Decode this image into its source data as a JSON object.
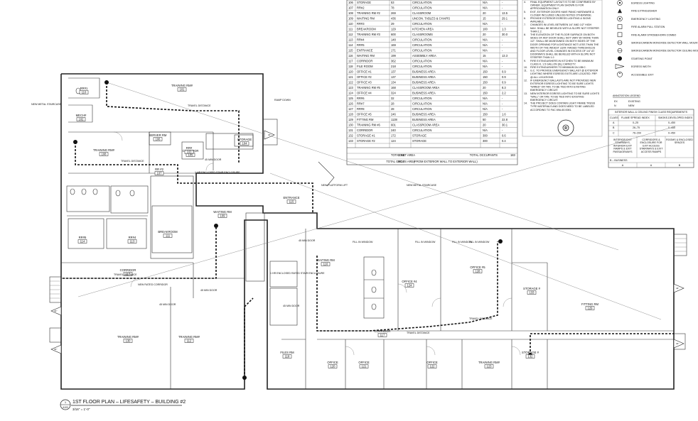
{
  "title": {
    "main": "1ST FLOOR PLAN – LIFESAFETY – BUILDING #2",
    "scale": "3/16\" = 1'-0\"",
    "detail_number": "1",
    "sheet_ref": "A100"
  },
  "room_schedule": {
    "rows": [
      [
        "106",
        "STORAGE",
        "53",
        "CIRCULATION",
        "N/A",
        "-"
      ],
      [
        "107",
        "RR#2",
        "78",
        "CIRCULATION",
        "N/A",
        "-"
      ],
      [
        "108",
        "TRAINING RM #2",
        "269",
        "CLASSROOM",
        "20",
        "13.5"
      ],
      [
        "109",
        "WAITING RM",
        "436",
        "UNCON. TABLES & CHAIRS",
        "15",
        "29.1"
      ],
      [
        "110",
        "RR#3",
        "29",
        "CIRCULATION",
        "N/A",
        "-"
      ],
      [
        "111",
        "BREAKROOM",
        "129",
        "KITCHEN AREA",
        "100",
        "1.3"
      ],
      [
        "112",
        "TRAINING RM #3",
        "600",
        "CLASSROOMS",
        "20",
        "30.0"
      ],
      [
        "113",
        "RR#4",
        "148",
        "CIRCULATION",
        "N/A",
        "-"
      ],
      [
        "114",
        "RR#5",
        "169",
        "CIRCULATION",
        "N/A",
        "-"
      ],
      [
        "115",
        "ENTRANCE",
        "171",
        "CIRCULATION",
        "N/A",
        "-"
      ],
      [
        "116",
        "WAITING RM",
        "199",
        "ASSEMBLY AREA",
        "15",
        "13.3"
      ],
      [
        "117",
        "CORRIDOR",
        "362",
        "CIRCULATION",
        "N/A",
        "-"
      ],
      [
        "118",
        "FILE ROOM",
        "218",
        "CIRCULATION",
        "N/A",
        "-"
      ],
      [
        "120",
        "OFFICE #1",
        "137",
        "BUSINESS AREA",
        "150",
        "0.9"
      ],
      [
        "121",
        "OFFICE #2",
        "137",
        "BUSINESS AREA",
        "150",
        "0.9"
      ],
      [
        "122",
        "OFFICE #3",
        "134",
        "BUSINESS AREA",
        "150",
        "0.9"
      ],
      [
        "123",
        "TRAINING RM #5",
        "168",
        "CLASSROOM AREA",
        "20",
        "8.3"
      ],
      [
        "124",
        "OFFICE #4",
        "324",
        "BUSINESS AREA",
        "150",
        "2.2"
      ],
      [
        "125",
        "RR#6",
        "32",
        "CIRCULATION",
        "N/A",
        "-"
      ],
      [
        "126",
        "RR#7",
        "28",
        "CIRCULATION",
        "N/A",
        "-"
      ],
      [
        "127",
        "RR#8",
        "28",
        "CIRCULATION",
        "N/A",
        "-"
      ],
      [
        "128",
        "OFFICE #5",
        "246",
        "BUSINESS AREA",
        "150",
        "1.6"
      ],
      [
        "129",
        "FITTING RM",
        "1138",
        "BUSINESS AREA",
        "50",
        "22.8"
      ],
      [
        "130",
        "TRAINING RM #6",
        "601",
        "CLASSROOM AREA",
        "20",
        "30.1"
      ],
      [
        "131",
        "CORRIDOR",
        "240",
        "CIRCULATION",
        "N/A",
        "-"
      ],
      [
        "132",
        "STORAGE #1",
        "172",
        "STORAGE",
        "300",
        "0.6"
      ],
      [
        "133",
        "STORAGE #2",
        "124",
        "STORAGE",
        "300",
        "0.4"
      ]
    ],
    "total_net_label": "TOTAL NET AREA",
    "total_net": "7004",
    "total_occupants_label": "TOTAL OCCUPANTS",
    "total_occupants": "183",
    "total_gross_label": "TOTAL GROSS AREA",
    "total_gross": "8417",
    "gross_note": "(FROM EXTERIOR WALL TO EXTERIOR WALL)"
  },
  "notes": [
    "FINAL EQUIPMENT LAYOUT IS TO BE CONFIRMED BY OWNER. EQUIPMENT PLAN SHOWN IS FOR APPROXIMATION ONLY.",
    "EXIT, EXTERIOR DOORS HAVE PANIC HARDWARE & CLOSER INCLUDED UNLESS NOTED OTHERWISE.",
    "PROVIDE EXTERIOR EGRESS LIGHTING & SIGNS AVAILABLE.",
    "CHANGES IN LEVEL BETWEEN 1/4\" AND 1/2\" HIGH MAX. SHALL BE BEVELED WITH A SLOPE NOT STEEPER THAN 1:2.",
    "THE ELEVATION OF THE FLOOR SURFACE ON BOTH SIDES OF ANY DOOR SHALL NOT VARY BY MORE THAN 1/2\". SHALL BE MAINTAINED ON BOTH SIDES OF THE DOOR OPENING FOR A DISTANCE NOT LESS THAN THE WIDTH OF THE WIDEST LEAF. RAISED THRESHOLDS AND FLOOR LEVEL CHANGES IN EXCESS OF 1/4\" AT DOORWAYS SHALL BE BEVELED WITH A SLOPE NOT STEEPER THAN 1:2.",
    "FIRE EXTINGUISHERS IN KITCHEN TO BE MINIMUM CLASS K, 1.5 GALLON (6L) CAPACITY.",
    "FIRE EXTINGUISHERS TO MINIMUM 2A 10B:C.",
    "G.C. TO PROVIDE EMERGENCY BALLAST @ EXTERIOR LIGHTING WHERE EGRESS EXITS ARE LOCATED. FRP. @ ALL LOCATIONS.",
    "IF EMERGENCY BALLASTS ARE NOT PROVIDED NEW EXTERIOR EGRESS LIGHTING TO BE SURE LIGHTS \"WIRED\" OR TAN. TO BE TIED INTO EXISTING EMERGENCY CIRCUIT.",
    "NEW INTERIOR EGRESS LIGHTING TO BE SURE LIGHTS \"WALL\" OR TAN. TO BE TIED INTO EXISTING EMERGENCY CIRCUIT.",
    "THE PROJECT DOES CONTAIN LIGHT FRAME TRUSS TYPE MATERIALS AND DOES NEED TO BE LABELED ACCORDING TO FAC 69A-60.0081."
  ],
  "legend": {
    "items": [
      {
        "icon": "egress-lighting-icon",
        "label": "EGRESS LIGHTING"
      },
      {
        "icon": "fire-extinguisher-icon",
        "label": "FIRE EXTINGUISHER"
      },
      {
        "icon": "emergency-lighting-icon",
        "label": "EMERGENCY LIGHTING"
      },
      {
        "icon": "fire-alarm-pull-icon",
        "label": "FIRE ALARM PULL STATION"
      },
      {
        "icon": "fire-alarm-strobe-icon",
        "label": "FIRE ALARM STROBE/HORN COMBO"
      },
      {
        "icon": "smoke-detector-wall-icon",
        "label": "SMOKE/CARBON MONOXIDE DETECTOR WALL MOUNTED"
      },
      {
        "icon": "smoke-detector-ceiling-icon",
        "label": "SMOKE/CARBON MONOXIDE DETECTOR CEILING MOUNTED"
      },
      {
        "icon": "starting-point-icon",
        "label": "STARTING POINT"
      },
      {
        "icon": "egress-width-icon",
        "label": "EGRESS WIDTH"
      },
      {
        "icon": "accessible-exit-icon",
        "label": "ACCESSIBLE EXIT"
      }
    ],
    "annotation_title": "ANNOTATION LEGEND",
    "annotations": [
      [
        "EX",
        "EXISTING"
      ],
      [
        "N",
        "NEW"
      ]
    ]
  },
  "finish_table": {
    "title": "INTERIOR WALL & CEILING FINISH CLASS REQUIREMENTS",
    "headers": [
      "CLASS",
      "FLAME SPREAD INDEX",
      "SMOKE-DEVELOPED INDEX"
    ],
    "rows": [
      [
        "A",
        "0–25",
        "0–450"
      ],
      [
        "B",
        "26–75",
        "0–450"
      ],
      [
        "C",
        "76–200",
        "0–450"
      ]
    ],
    "sub_headers": [
      "INTERIOR EXIT STAIRWAYS, INTERIOR EXIT RAMPS & EXIT PASSAGEWAYS",
      "CORRIDORS & ENCLOSURE FOR EXIT ACCESS STAIRWAYS & EXIT ACCESS RAMPS",
      "ROOMS & ENCLOSED SPACES"
    ],
    "occupancy": "B – BUSINESS",
    "occupancy_row": [
      "A",
      "A",
      "B"
    ]
  },
  "plan": {
    "rooms": [
      {
        "name": "TRAINING RM#",
        "num": "101"
      },
      {
        "name": "RR#1",
        "num": "110"
      },
      {
        "name": "MECH#",
        "num": "102"
      },
      {
        "name": "TRAINING RM#",
        "num": "108"
      },
      {
        "name": "SERVER RM",
        "num": "106"
      },
      {
        "name": "CORRIDOR",
        "num": "105"
      },
      {
        "name": "STORAGE",
        "num": "104"
      },
      {
        "name": "RR #2",
        "num": "107"
      },
      {
        "name": "RR#",
        "num": "103"
      },
      {
        "name": "ENTRANCE",
        "num": "115"
      },
      {
        "name": "WAITING RM",
        "num": "109"
      },
      {
        "name": "RR#5",
        "num": "114"
      },
      {
        "name": "RR#4",
        "num": "113"
      },
      {
        "name": "BREAKROOM",
        "num": "111"
      },
      {
        "name": "CORRIDOR",
        "num": "117"
      },
      {
        "name": "TRAINING RM#",
        "num": "130"
      },
      {
        "name": "TRAINING RM#",
        "num": "112"
      },
      {
        "name": "WAITING RM",
        "num": "116"
      },
      {
        "name": "FILES RM",
        "num": "118"
      },
      {
        "name": "OFFICE #4",
        "num": "124"
      },
      {
        "name": "OFFICE #5",
        "num": "128"
      },
      {
        "name": "STORAGE #",
        "num": "133"
      },
      {
        "name": "FITTING RM",
        "num": "129"
      },
      {
        "name": "STORAGE #",
        "num": "132"
      },
      {
        "name": "OFFICE",
        "num": "120"
      },
      {
        "name": "OFFICE",
        "num": "121"
      },
      {
        "name": "OFFICE",
        "num": "122"
      },
      {
        "name": "TRAINING RM#",
        "num": "123"
      },
      {
        "name": "CORRIDOR",
        "num": "117"
      }
    ],
    "annotations": [
      "NEW METAL STAIRCASE",
      "RAMP DOWN",
      "NEW PLATFORM LIFT",
      "NEW METAL STAIRCASE",
      "45 MIN DOOR",
      "1 HR ENCLOSED STAIR ENCLOSURE",
      "NEW RATED CORRIDOR",
      "45 MIN DOOR",
      "1 HR ENCLOSED RATED STAIR ENCLOSURE",
      "TRAVEL DISTANCE",
      "FILL IN WINDOW",
      "34\"",
      "44\""
    ]
  }
}
